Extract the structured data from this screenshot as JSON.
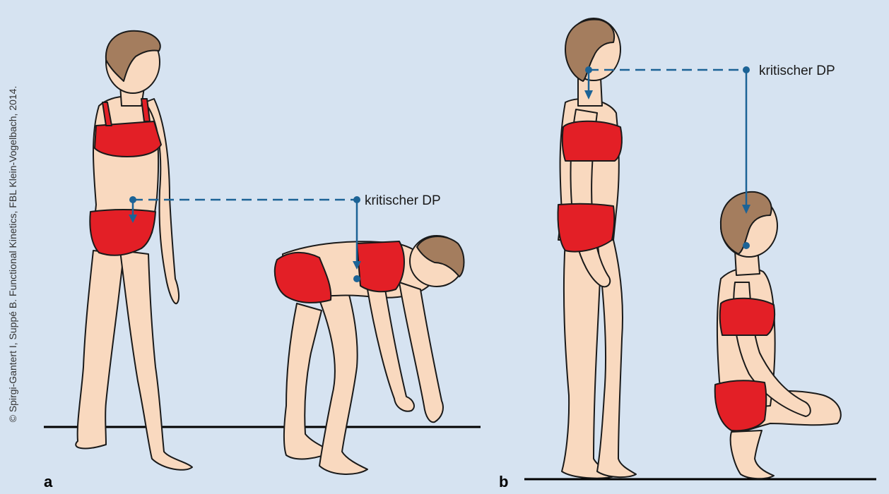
{
  "figure": {
    "copyright": "© Spirgi-Gantert I, Suppé B. Functional Kinetics, FBL Klein-Vogelbach, 2014.",
    "panels": [
      {
        "letter": "a",
        "dp_label": "kritischer DP"
      },
      {
        "letter": "b",
        "dp_label": "kritischer DP"
      }
    ]
  },
  "colors": {
    "background": "#d6e3f1",
    "skin": "#f9d9bf",
    "hair": "#a47d5e",
    "clothing": "#e31f26",
    "marker": "#1c6396",
    "outline": "#1a1a1a"
  }
}
